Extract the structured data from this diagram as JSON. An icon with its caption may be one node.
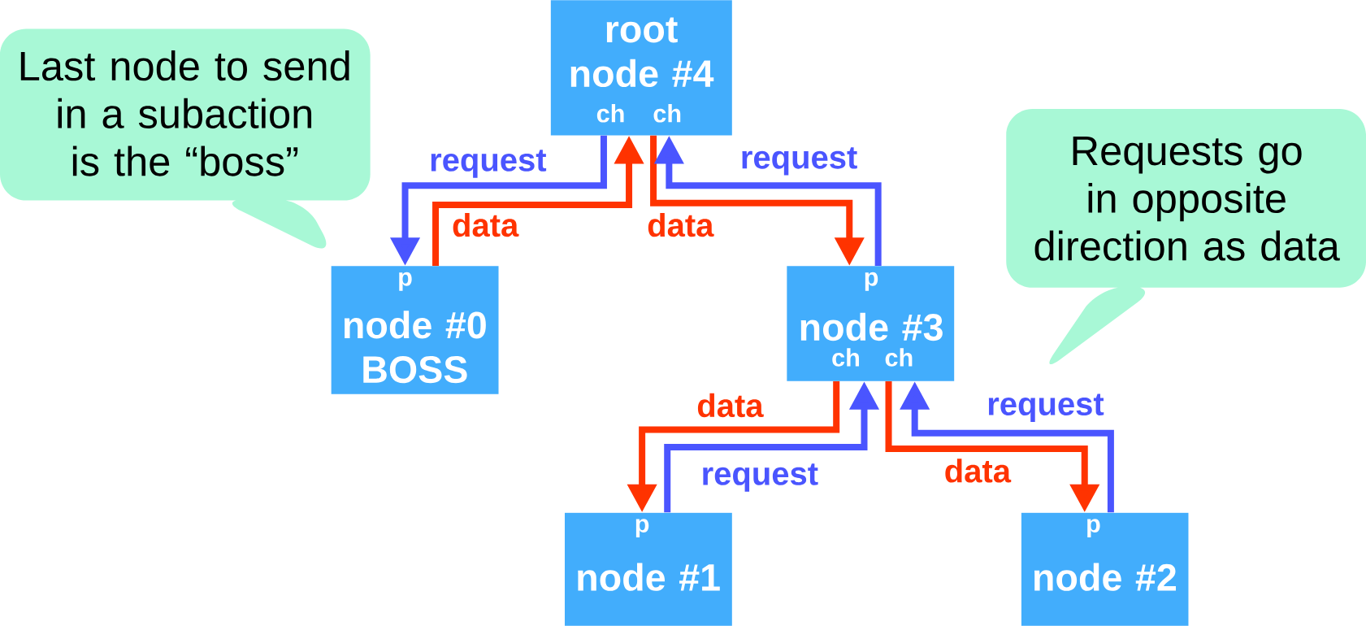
{
  "diagram": {
    "nodes": [
      {
        "text": [
          "Last node to send in a subaction is the “boss”"
        ]
      },
      {
        "text": [
          "root node #4",
          "ch",
          "ch"
        ]
      },
      {
        "text": [
          "Requests go in opposite direction as data"
        ]
      },
      {
        "text": [
          "p",
          "node #0 BOSS"
        ]
      },
      {
        "text": [
          "p",
          "node #3",
          "ch",
          "ch"
        ]
      },
      {
        "text": [
          "p",
          "node #1"
        ]
      },
      {
        "text": [
          "p",
          "node #2"
        ]
      }
    ],
    "edges": [
      {
        "from": 1,
        "to": 3,
        "arrow": "to",
        "label": "request",
        "color": "#4a55ff"
      },
      {
        "from": 3,
        "to": 1,
        "arrow": "to",
        "label": "data",
        "color": "#ff3300"
      },
      {
        "from": 1,
        "to": 4,
        "arrow": "to",
        "label": "data",
        "color": "#ff3300"
      },
      {
        "from": 4,
        "to": 1,
        "arrow": "to",
        "label": "request",
        "color": "#4a55ff"
      },
      {
        "from": 4,
        "to": 5,
        "arrow": "to",
        "label": "data",
        "color": "#ff3300"
      },
      {
        "from": 5,
        "to": 4,
        "arrow": "to",
        "label": "request",
        "color": "#4a55ff"
      },
      {
        "from": 4,
        "to": 6,
        "arrow": "to",
        "label": "data",
        "color": "#ff3300"
      },
      {
        "from": 6,
        "to": 4,
        "arrow": "to",
        "label": "request",
        "color": "#4a55ff"
      }
    ]
  }
}
